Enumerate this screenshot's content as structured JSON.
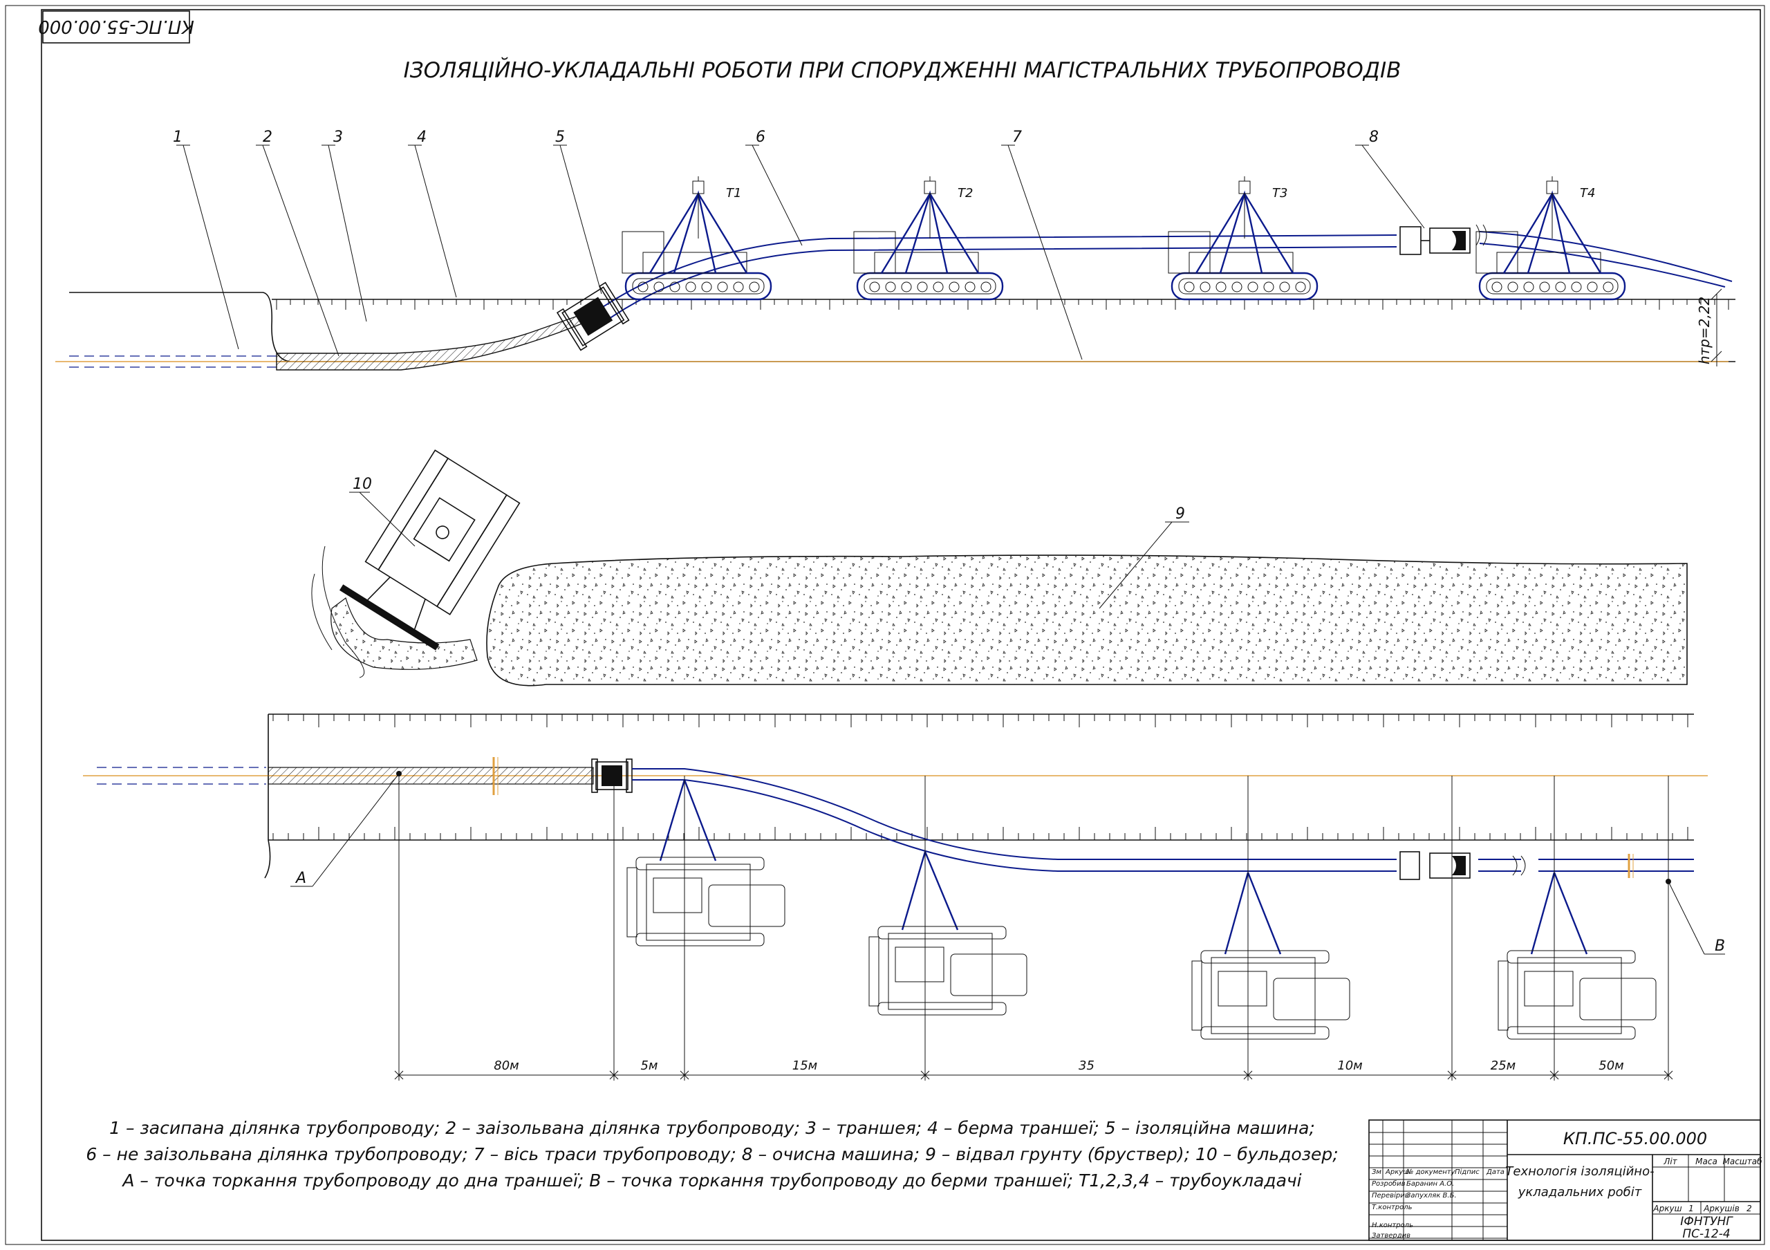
{
  "stamp_top": "КП.ПС-55.00.000",
  "title": "ІЗОЛЯЦІЙНО-УКЛАДАЛЬНІ РОБОТИ ПРИ СПОРУДЖЕННІ МАГІСТРАЛЬНИХ ТРУБОПРОВОДІВ",
  "callouts": [
    "1",
    "2",
    "3",
    "4",
    "5",
    "6",
    "7",
    "8",
    "9",
    "10",
    "А",
    "В"
  ],
  "pipelayers": [
    "T1",
    "T2",
    "T3",
    "T4"
  ],
  "depth_label": "hтр=2,22",
  "distances": [
    "80м",
    "5м",
    "15м",
    "35",
    "10м",
    "25м",
    "50м"
  ],
  "legend": [
    "1 – засипана ділянка трубопроводу; 2 – заізольвана ділянка трубопроводу; 3 – траншея; 4 – берма траншеї; 5 – ізоляційна машина;",
    "6 – не заізольвана ділянка трубопроводу; 7 – вісь траси трубопроводу; 8 – очисна машина; 9 – відвал грунту (бруствер); 10 – бульдозер;",
    "А – точка торкання трубопроводу до дна траншеї; В – точка торкання трубопроводу до берми траншеї; Т1,2,3,4 – трубоукладачі"
  ],
  "title_block": {
    "doc_number": "КП.ПС-55.00.000",
    "doc_title_1": "Технологія ізоляційно-",
    "doc_title_2": "укладальних робіт",
    "col_headers": [
      "Зм",
      "Аркуш",
      "№ документу",
      "Підпис",
      "Дата"
    ],
    "roles": [
      "Розробив",
      "Перевірив",
      "Т.контроль",
      "",
      "Н.контроль",
      "Затвердив"
    ],
    "people": [
      "Баранин А.О.",
      "Запухляк В.Б."
    ],
    "lit": "Літ",
    "mass": "Маса",
    "scale": "Масштаб",
    "sheet_label": "Аркуш",
    "sheet_no": "1",
    "sheets_label": "Аркушів",
    "sheets_total": "2",
    "org_1": "ІФНТУНГ",
    "org_2": "ПС-12-4"
  }
}
